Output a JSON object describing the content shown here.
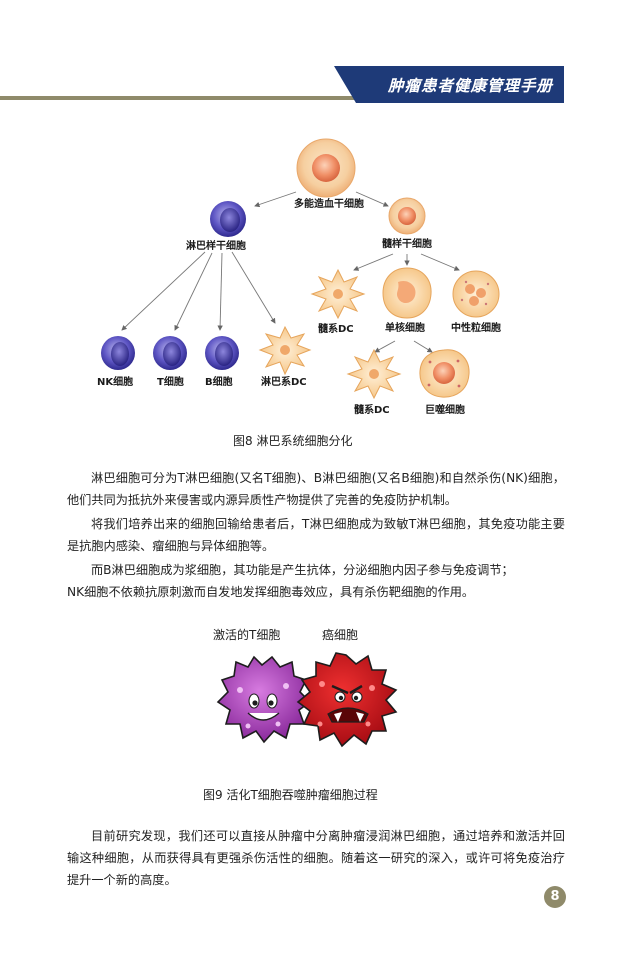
{
  "header": {
    "title": "肿瘤患者健康管理手册",
    "band_color": "#1e3a78",
    "accent_color": "#8f8a6a"
  },
  "figure8": {
    "labels": {
      "stem": "多能造血干细胞",
      "lymphoid": "淋巴样干细胞",
      "myeloid": "髓样干细胞",
      "nk": "NK细胞",
      "t": "T细胞",
      "b": "B细胞",
      "lymph_dc": "淋巴系DC",
      "myeloid_dc": "髓系DC",
      "monocyte": "单核细胞",
      "neutrophil": "中性粒细胞",
      "myeloid_dc2": "髓系DC",
      "macrophage": "巨噬细胞"
    },
    "caption": "图8  淋巴系统细胞分化"
  },
  "paragraphs": {
    "p1": "淋巴细胞可分为T淋巴细胞(又名T细胞)、B淋巴细胞(又名B细胞)和自然杀伤(NK)细胞，他们共同为抵抗外来侵害或内源异质性产物提供了完善的免疫防护机制。",
    "p2": "将我们培养出来的细胞回输给患者后，T淋巴细胞成为致敏T淋巴细胞，其免疫功能主要是抗胞内感染、瘤细胞与异体细胞等。",
    "p3": "而B淋巴细胞成为浆细胞，其功能是产生抗体，分泌细胞内因子参与免疫调节；",
    "p4": "NK细胞不依赖抗原刺激而自发地发挥细胞毒效应，具有杀伤靶细胞的作用。",
    "p5": "目前研究发现，我们还可以直接从肿瘤中分离肿瘤浸润淋巴细胞，通过培养和激活并回输这种细胞，从而获得具有更强杀伤活性的细胞。随着这一研究的深入，或许可将免疫治疗提升一个新的高度。"
  },
  "figure9": {
    "label_t": "激活的T细胞",
    "label_cancer": "癌细胞",
    "caption": "图9  活化T细胞吞噬肿瘤细胞过程"
  },
  "page_number": "8"
}
